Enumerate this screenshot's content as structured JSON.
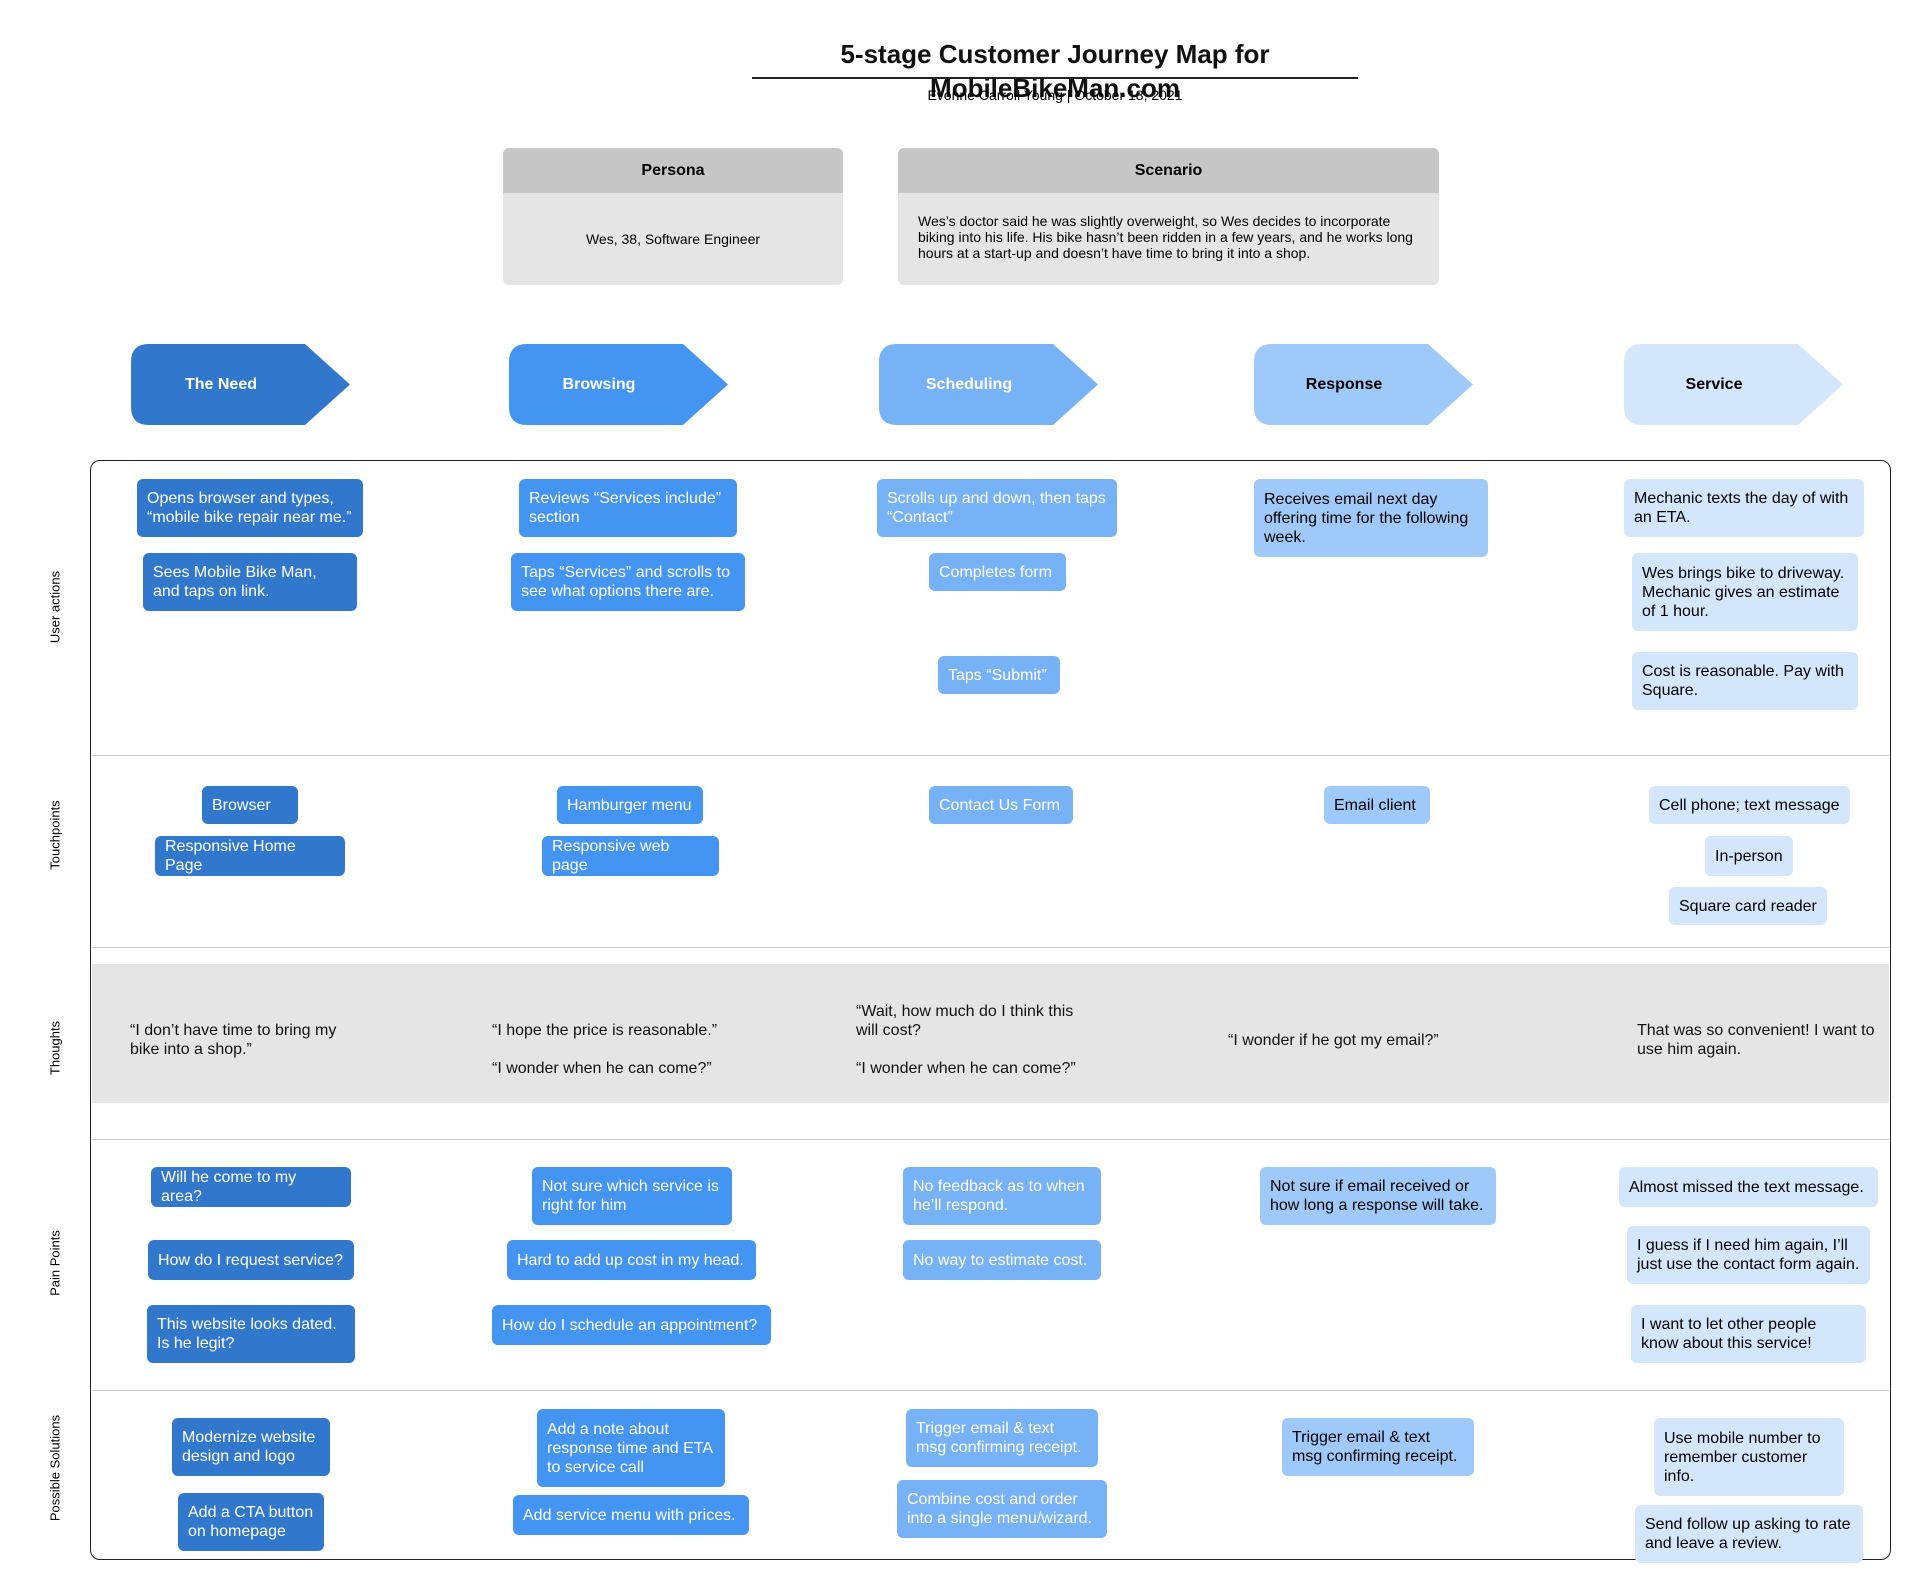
{
  "header": {
    "title": "5-stage Customer Journey Map for MobileBikeMan.com",
    "byline": "Evonne Carroll Young | October 18, 2021"
  },
  "persona": {
    "label": "Persona",
    "text": "Wes, 38, Software Engineer"
  },
  "scenario": {
    "label": "Scenario",
    "text": "Wes’s doctor said he was slightly overweight, so Wes decides to incorporate biking into his life. His bike hasn’t been ridden in a few years, and he works long hours at a start-up and doesn’t have time to bring it into a shop."
  },
  "colors": {
    "stage1": "#3178cc",
    "stage2": "#4494f2",
    "stage3": "#77b2f7",
    "stage4": "#9fc9f9",
    "stage5": "#d4e6fc",
    "thoughts_band": "#e5e5e5",
    "card_head": "#c6c6c6"
  },
  "stages": [
    {
      "label": "The Need"
    },
    {
      "label": "Browsing"
    },
    {
      "label": "Scheduling"
    },
    {
      "label": "Response"
    },
    {
      "label": "Service"
    }
  ],
  "rows": {
    "user_actions": "User actions",
    "touchpoints": "Touchpoints",
    "thoughts": "Thoughts",
    "pain_points": "Pain Points",
    "possible_solutions": "Possible Solutions"
  },
  "user_actions": [
    [
      "Opens browser and types, “mobile bike repair near me.”",
      "Sees Mobile Bike Man, and taps on link."
    ],
    [
      "Reviews “Services include” section",
      "Taps “Services” and scrolls to see what options there are."
    ],
    [
      "Scrolls up and down, then taps “Contact”",
      "Completes form",
      "Taps “Submit”"
    ],
    [
      "Receives email next day offering time for the following week."
    ],
    [
      "Mechanic texts the day of with an ETA.",
      "Wes  brings bike to driveway. Mechanic gives an estimate of 1 hour.",
      "Cost is reasonable. Pay with Square."
    ]
  ],
  "touchpoints": [
    [
      "Browser",
      "Responsive Home Page"
    ],
    [
      "Hamburger menu",
      "Responsive web page"
    ],
    [
      "Contact Us Form"
    ],
    [
      "Email client"
    ],
    [
      "Cell phone; text message",
      "In-person",
      "Square card reader"
    ]
  ],
  "thoughts": [
    [
      "“I don’t have time to bring my bike into a shop.”"
    ],
    [
      "“I hope the price is reasonable.”",
      "“I wonder when he can come?”"
    ],
    [
      "“Wait, how much do I think this will cost?",
      "“I wonder when he can come?”"
    ],
    [
      "“I wonder if he got my email?”"
    ],
    [
      "That was so convenient! I want to use him again."
    ]
  ],
  "pain_points": [
    [
      "Will he come to my area?",
      "How do I request service?",
      "This website looks dated. Is he legit?"
    ],
    [
      "Not sure which service is right for him",
      "Hard to add up cost in my head.",
      "How do I schedule an appointment?"
    ],
    [
      "No feedback as to when he’ll respond.",
      "No way to estimate cost."
    ],
    [
      "Not sure if email received or how long a response will take."
    ],
    [
      "Almost missed the text message.",
      "I guess if I need him again, I’ll just use the contact form again.",
      "I want to let other people know about this service!"
    ]
  ],
  "possible_solutions": [
    [
      "Modernize website design and logo",
      "Add a CTA button on homepage"
    ],
    [
      "Add a note about response time and ETA to service call",
      "Add service menu with prices."
    ],
    [
      "Trigger email & text msg confirming receipt.",
      "Combine cost and order into a single menu/wizard."
    ],
    [
      "Trigger email & text msg confirming receipt."
    ],
    [
      "Use mobile number to remember customer info.",
      "Send follow up asking to rate and leave a review."
    ]
  ]
}
